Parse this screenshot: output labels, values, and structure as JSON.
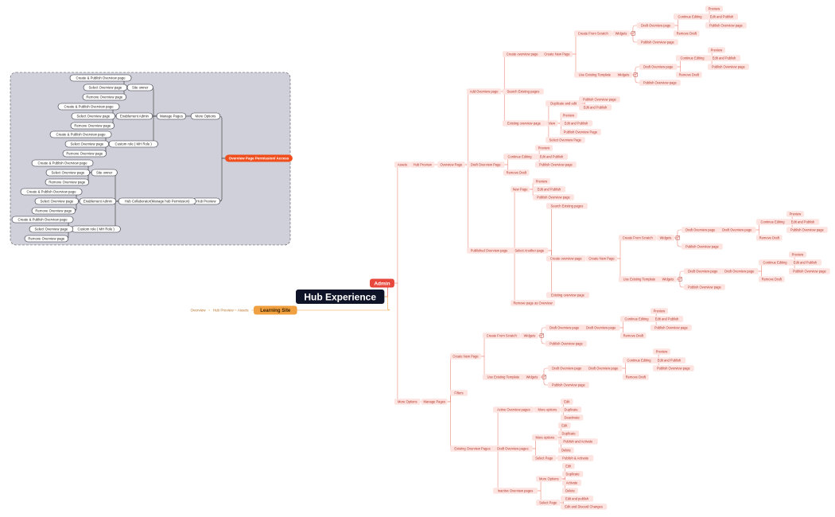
{
  "root": {
    "label": "Hub Experience"
  },
  "colors": {
    "root_fill": "#0f1328",
    "admin_fill": "#e8473b",
    "learning_fill": "#f0a040",
    "node_fill": "#fde4e0",
    "node_text": "#b3372c",
    "line": "#ee8a7d",
    "panel_fill": "#cfd0d9",
    "panel_node_stroke": "#2b2d3a",
    "panel_title_fill": "#f04e1c",
    "learning_node_fill": "#fbe6cf",
    "learning_text": "#b8722a"
  },
  "learning": {
    "title": "Learning Site",
    "chain": [
      "Assets",
      "Hub Preview",
      "Overview"
    ]
  },
  "admin": {
    "title": "Admin"
  },
  "panel": {
    "title": "Overview Page Permission/ Access",
    "manage_pages": "Manage Pages",
    "more_options": "More Options",
    "hub_preview": "Hub Preview",
    "hub_collab": "Hub Collaborator(Manage hub Permission)",
    "groups": [
      {
        "role": "Site owner",
        "items": [
          "Create & Publish Overview page",
          "Select Overview page",
          "Remove Overview page"
        ]
      },
      {
        "role": "Enablement Admin",
        "items": [
          "Create & Publish Overview page",
          "Select Overview page",
          "Remove Overview page"
        ]
      },
      {
        "role": "Custom role ( MH Role )",
        "items": [
          "Create & Publish Overview page",
          "Select Overview page",
          "Remove Overview page"
        ]
      },
      {
        "role": "Site owner",
        "items": [
          "Create & Publish Overview page",
          "Select Overview page",
          "Remove Overview page"
        ]
      },
      {
        "role": "Enablement Admin",
        "items": [
          "Create & Publish Overview page",
          "Select Overview page",
          "Remove Overview page"
        ]
      },
      {
        "role": "Custom role ( MH Role )",
        "items": [
          "Create & Publish Overview page",
          "Select Overview page",
          "Remove Overview page"
        ]
      }
    ]
  },
  "tree": {
    "assets": "Assets",
    "hub_preview": "Hub Preview",
    "overview_page": "Overview Page",
    "add_overview": "Add Overview page",
    "create_overview": "Create overview page",
    "create_new_page": "Create New Page",
    "create_from_scratch": "Create From Scratch",
    "use_existing_template": "Use Existing Template",
    "widgets": "Widgets",
    "draft_overview_page": "Draft Overview page",
    "draft_overview_page_cap": "Draft Overview Page",
    "continue_editing": "Continue Editing",
    "remove_draft": "Remove Draft",
    "preview": "Preview",
    "edit_and_publish": "Edit and Publish",
    "publish_overview_page": "Publish Overview page",
    "publish_overview_page_cap": "Publish Overview Page",
    "search_existing": "Search Existing pages",
    "existing_overview": "Existing overview page",
    "duplicate_and_edit": "Duplicate and edit",
    "view": "View",
    "select_overview_page": "Select Overview Page",
    "published_overview": "Published Overview page",
    "new_page": "New Page",
    "select_another": "Select Another page",
    "remove_page_as_overview": "Remove page as Overview",
    "more_options_root": "More Options",
    "manage_pages": "Manage Pages",
    "filters": "Filters",
    "existing_overview_pages": "Existing Overview Pages",
    "active_overview_pages": "Active Overview pages",
    "draft_overview_pages": "Draft Overview pages",
    "inactive_overview_pages": "Inactive Overview pages",
    "more_options": "More options",
    "more_options_cap": "More Options",
    "edit": "Edit",
    "duplicate": "Duplicate",
    "deactivate": "Deactivate",
    "publish_and_activate": "Publish and Activate",
    "delete": "Delete",
    "select_page": "Select Page",
    "publish_activate": "Publish & Activate",
    "activate": "Activate",
    "edit_and_publish_lc": "Edit and publish",
    "edit_and_discard": "Edit and Discard Changes"
  }
}
